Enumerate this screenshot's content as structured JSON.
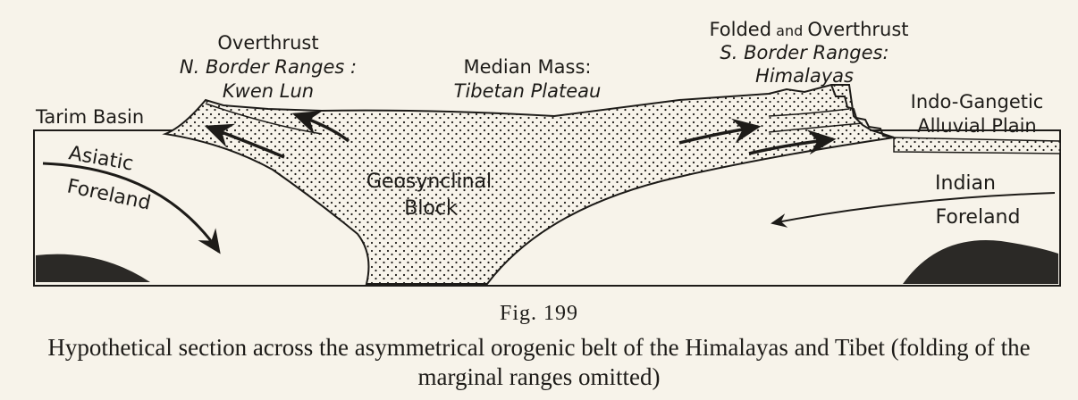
{
  "labels": {
    "tarim_basin": "Tarim Basin",
    "overthrust_title": "Overthrust",
    "n_border_ranges": "N. Border Ranges :",
    "kwen_lun": "Kwen Lun",
    "median_mass": "Median Mass:",
    "tibetan_plateau": "Tibetan Plateau",
    "folded_1": "Folded",
    "folded_and": "and",
    "folded_2": "Overthrust",
    "s_border_ranges": "S. Border Ranges:",
    "himalayas": "Himalayas",
    "indo_gangetic_1": "Indo-Gangetic",
    "indo_gangetic_2": "Alluvial Plain",
    "asiatic": "Asiatic",
    "foreland_left": "Foreland",
    "geosynclinal": "Geosynclinal",
    "block": "Block",
    "indian": "Indian",
    "foreland_right": "Foreland"
  },
  "figure_number": "Fig. 199",
  "caption": "Hypothetical section across the asymmetrical orogenic belt of the Himalayas and Tibet (folding of the marginal ranges omitted)"
}
